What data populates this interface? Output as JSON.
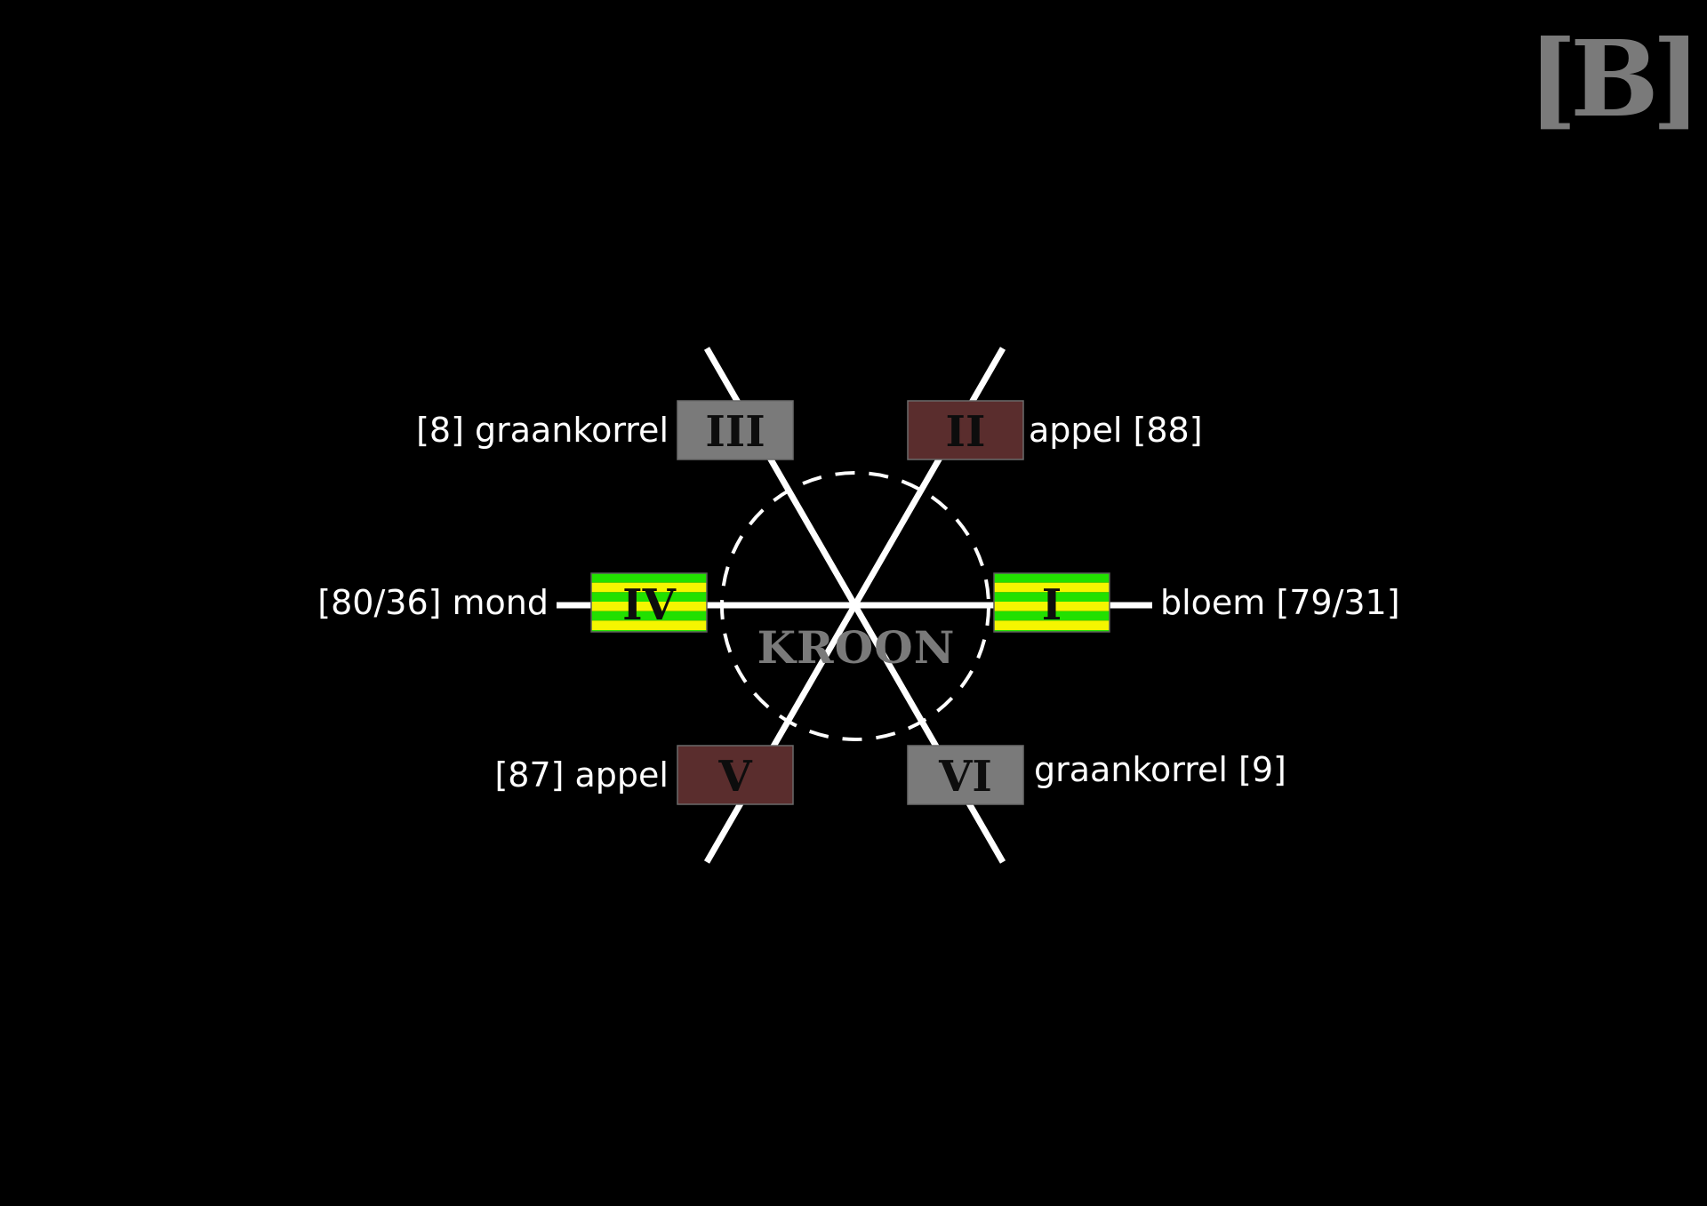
{
  "logo": "[B]",
  "center": {
    "label": "KROON"
  },
  "nodes": [
    {
      "numeral": "I",
      "label": "bloem [79/31]",
      "style": "striped"
    },
    {
      "numeral": "II",
      "label": "appel [88]",
      "style": "brown"
    },
    {
      "numeral": "III",
      "label": "[8] graankorrel",
      "style": "gray"
    },
    {
      "numeral": "IV",
      "label": "[80/36] mond",
      "style": "striped"
    },
    {
      "numeral": "V",
      "label": "[87] appel",
      "style": "brown"
    },
    {
      "numeral": "VI",
      "label": "graankorrel [9]",
      "style": "gray"
    }
  ],
  "colors": {
    "background": "#000000",
    "lines": "#ffffff",
    "gray_box": "#7a7a7a",
    "brown_box": "#5a2d2d",
    "stripe_green": "#22e000",
    "stripe_yellow": "#f5f500",
    "numeral_text": "#0d0d0d",
    "label_text": "#ffffff",
    "logo_text": "#7a7a7a",
    "center_text": "#7a7a7a"
  }
}
